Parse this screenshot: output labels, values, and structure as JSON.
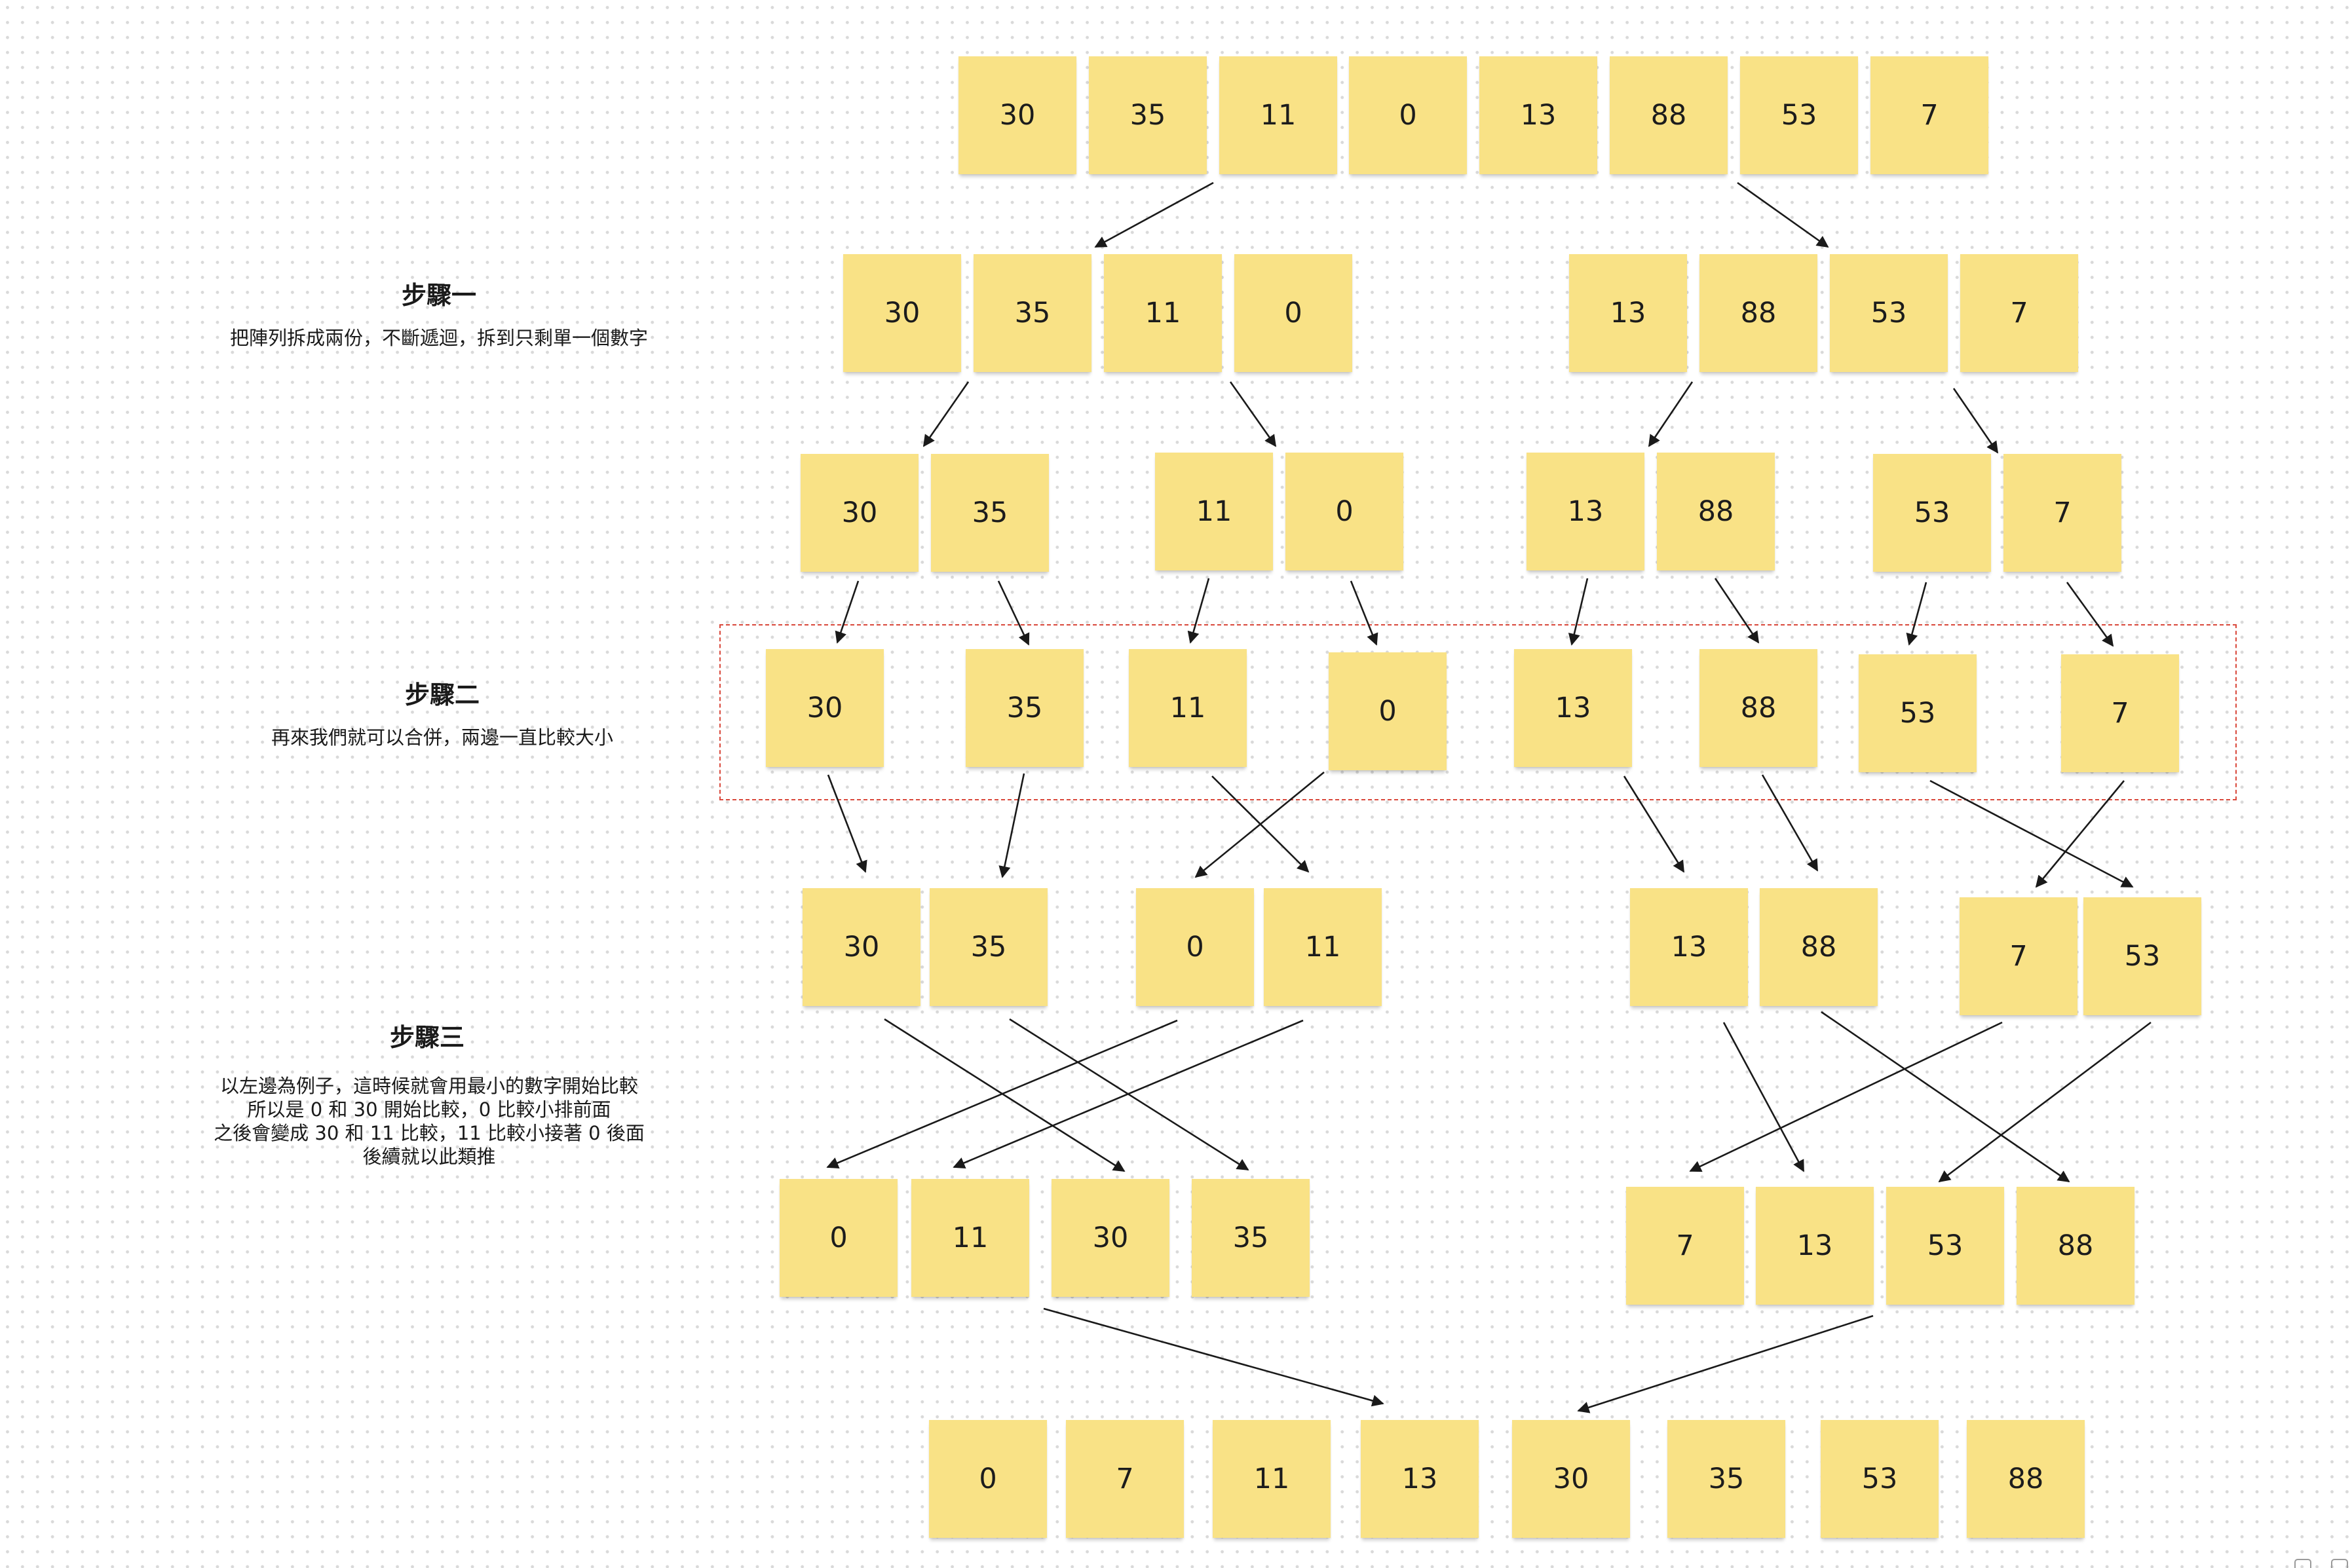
{
  "steps": [
    {
      "title": "步驟一",
      "lines": [
        "把陣列拆成兩份，不斷遞迴，拆到只剩單一個數字"
      ]
    },
    {
      "title": "步驟二",
      "lines": [
        "再來我們就可以合併，兩邊一直比較大小"
      ]
    },
    {
      "title": "步驟三",
      "lines": [
        "以左邊為例子，這時候就會用最小的數字開始比較",
        "所以是 0 和 30 開始比較，0 比較小排前面",
        "之後會變成 30 和 11 比較，11 比較小接著 0 後面",
        "後續就以此類推"
      ]
    }
  ],
  "rows": [
    [
      "30",
      "35",
      "11",
      "0",
      "13",
      "88",
      "53",
      "7"
    ],
    [
      "30",
      "35",
      "11",
      "0",
      "13",
      "88",
      "53",
      "7"
    ],
    [
      "30",
      "35",
      "11",
      "0",
      "13",
      "88",
      "53",
      "7"
    ],
    [
      "30",
      "35",
      "11",
      "0",
      "13",
      "88",
      "53",
      "7"
    ],
    [
      "30",
      "35",
      "0",
      "11",
      "13",
      "88",
      "7",
      "53"
    ],
    [
      "0",
      "11",
      "30",
      "35",
      "7",
      "13",
      "53",
      "88"
    ],
    [
      "0",
      "7",
      "11",
      "13",
      "30",
      "35",
      "53",
      "88"
    ]
  ],
  "colors": {
    "note": "#f9e286",
    "highlight_border": "#d9483b",
    "arrow": "#1a1a1a"
  },
  "toolbar_icons": [
    "user-icon",
    "panel-icon"
  ]
}
